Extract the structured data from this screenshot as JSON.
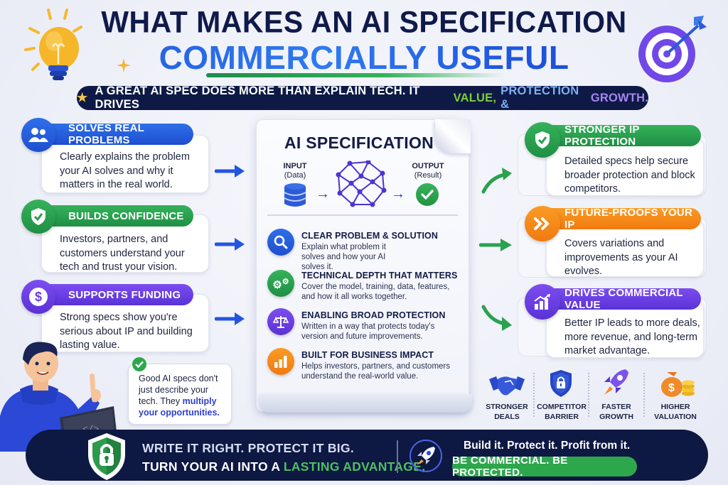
{
  "header": {
    "title_line1": "WHAT MAKES AN AI SPECIFICATION",
    "title_line2": "COMMERCIALLY USEFUL",
    "banner": {
      "prefix": "A GREAT AI SPEC DOES MORE THAN EXPLAIN TECH.  IT DRIVES",
      "value": "VALUE,",
      "protection": "PROTECTION &",
      "growth": "GROWTH."
    },
    "icons": [
      "lightbulb-icon",
      "target-arrow-icon",
      "sparkle-icon"
    ]
  },
  "left_cards": [
    {
      "icon": "users-icon",
      "title": "SOLVES REAL PROBLEMS",
      "text": "Clearly explains the problem your AI solves and why it matters in the real world.",
      "color": "#2f6fe8"
    },
    {
      "icon": "shield-check-icon",
      "title": "BUILDS CONFIDENCE",
      "text": "Investors, partners, and customers understand your tech and trust your vision.",
      "color": "#35b25a"
    },
    {
      "icon": "dollar-icon",
      "title": "SUPPORTS FUNDING",
      "text": "Strong specs show you're serious about IP and building lasting value.",
      "color": "#7c4df0"
    }
  ],
  "callout": {
    "text_plain": "Good AI specs don't just describe your tech. They",
    "text_highlight": "multiply your opportunities."
  },
  "spec_doc": {
    "title": "AI SPECIFICATION",
    "input_label": "INPUT",
    "input_sub": "(Data)",
    "output_label": "OUTPUT",
    "output_sub": "(Result)",
    "items": [
      {
        "icon": "search-icon",
        "title": "CLEAR PROBLEM & SOLUTION",
        "text": "Explain what problem it solves and how your AI solves it.",
        "color": "#2f6fe8"
      },
      {
        "icon": "gears-icon",
        "title": "TECHNICAL DEPTH THAT MATTERS",
        "text": "Cover the model, training, data, features, and how it all works together.",
        "color": "#35b25a"
      },
      {
        "icon": "scales-icon",
        "title": "ENABLING BROAD PROTECTION",
        "text": "Written in a way that protects today's version and future improvements.",
        "color": "#7c4df0"
      },
      {
        "icon": "bar-chart-icon",
        "title": "BUILT FOR BUSINESS IMPACT",
        "text": "Helps investors, partners, and customers understand the real-world value.",
        "color": "#fb9b24"
      }
    ]
  },
  "right_cards": [
    {
      "icon": "shield-check-icon",
      "title": "STRONGER IP PROTECTION",
      "text": "Detailed specs help secure broader protection and block competitors.",
      "color": "#35b25a"
    },
    {
      "icon": "double-chevron-icon",
      "title": "FUTURE-PROOFS YOUR IP",
      "text": "Covers variations and improvements as your AI evolves.",
      "color": "#fb9b24"
    },
    {
      "icon": "growth-chart-icon",
      "title": "DRIVES COMMERCIAL VALUE",
      "text": "Better IP leads to more deals, more revenue, and long-term market advantage.",
      "color": "#7c4df0"
    }
  ],
  "benefits": [
    {
      "icon": "handshake-icon",
      "line1": "STRONGER",
      "line2": "DEALS"
    },
    {
      "icon": "lock-shield-icon",
      "line1": "COMPETITOR",
      "line2": "BARRIER"
    },
    {
      "icon": "rocket-icon",
      "line1": "FASTER",
      "line2": "GROWTH"
    },
    {
      "icon": "money-bag-icon",
      "line1": "HIGHER",
      "line2": "VALUATION"
    }
  ],
  "footer": {
    "line1": "WRITE IT RIGHT. PROTECT IT BIG.",
    "line2_prefix": "TURN YOUR AI INTO A",
    "line2_highlight": "LASTING ADVANTAGE.",
    "tagline": "Build it. Protect it. Profit from it.",
    "cta": "BE COMMERCIAL. BE PROTECTED."
  },
  "colors": {
    "navy": "#0d1843",
    "blue": "#2f6fe8",
    "green": "#35b25a",
    "purple": "#7c4df0",
    "orange": "#fb9b24"
  }
}
